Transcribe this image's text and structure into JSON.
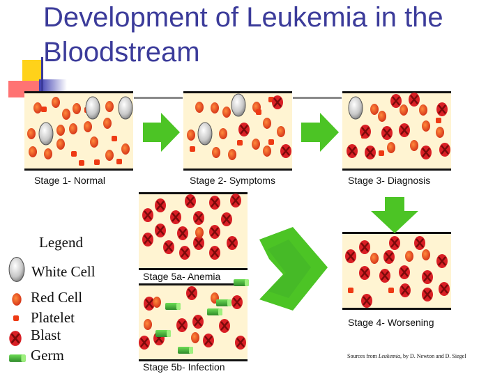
{
  "title": "Development of Leukemia in the Bloodstream",
  "stages": {
    "stage1": "Stage 1- Normal",
    "stage2": "Stage 2- Symptoms",
    "stage3": "Stage 3- Diagnosis",
    "stage4": "Stage 4- Worsening",
    "stage5a": "Stage 5a- Anemia",
    "stage5b": "Stage 5b- Infection"
  },
  "legend": {
    "title": "Legend",
    "white_cell": "White Cell",
    "red_cell": "Red Cell",
    "platelet": "Platelet",
    "blast": "Blast",
    "germ": "Germ"
  },
  "source": {
    "prefix": "Sources from ",
    "book": "Leukemia",
    "suffix": ", by D. Newton and D. Siegel"
  },
  "colors": {
    "title": "#3b3b9a",
    "panel_bg": "#fff4d2",
    "red_cell": "#e23a1e",
    "platelet": "#ee3a14",
    "blast": "#d91f25",
    "germ": "#3fa83c",
    "arrow": "#4cc425",
    "white_cell": "#a8a8a8"
  }
}
